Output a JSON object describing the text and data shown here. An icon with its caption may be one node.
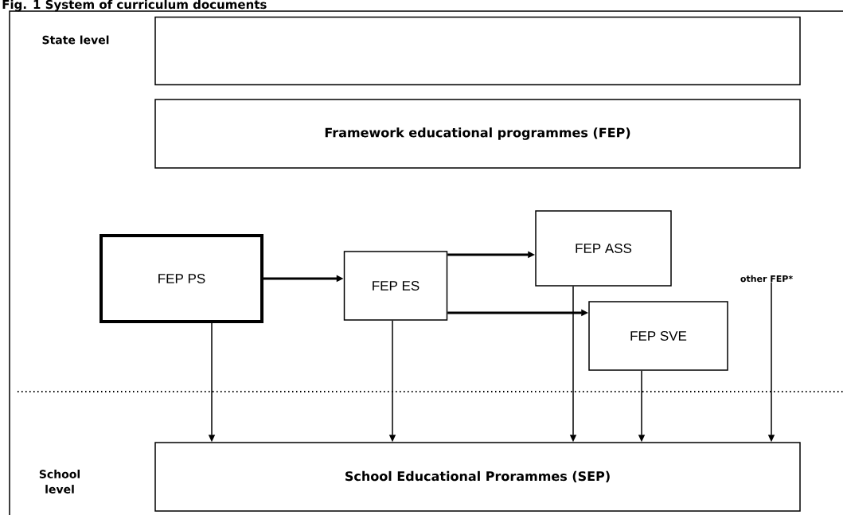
{
  "diagram": {
    "title": "Fig. 1 System of curriculum documents",
    "nodes": [
      {
        "text": [],
        "shape": "box"
      },
      {
        "text": [
          "Framework educational programmes (FEP)"
        ]
      },
      {
        "text": [
          "FEP PS"
        ]
      },
      {
        "text": [
          "FEP ES"
        ]
      },
      {
        "text": [
          "FEP ASS"
        ]
      },
      {
        "text": [
          "FEP SVE"
        ]
      },
      {
        "text": [
          "other FEP*"
        ]
      },
      {
        "text": [
          "School Educational Prorammes (SEP)"
        ]
      }
    ],
    "edges": [
      {
        "from": 2,
        "to": 3,
        "arrow": "to"
      },
      {
        "from": 3,
        "to": 4,
        "arrow": "to"
      },
      {
        "from": 3,
        "to": 5,
        "arrow": "to"
      },
      {
        "from": 2,
        "to": 7,
        "arrow": "to"
      },
      {
        "from": 3,
        "to": 7,
        "arrow": "to"
      },
      {
        "from": 4,
        "to": 7,
        "arrow": "to"
      },
      {
        "from": 5,
        "to": 7,
        "arrow": "to"
      },
      {
        "from": 6,
        "to": 7,
        "arrow": "to"
      }
    ],
    "labels": [
      "State level",
      "School level"
    ]
  }
}
